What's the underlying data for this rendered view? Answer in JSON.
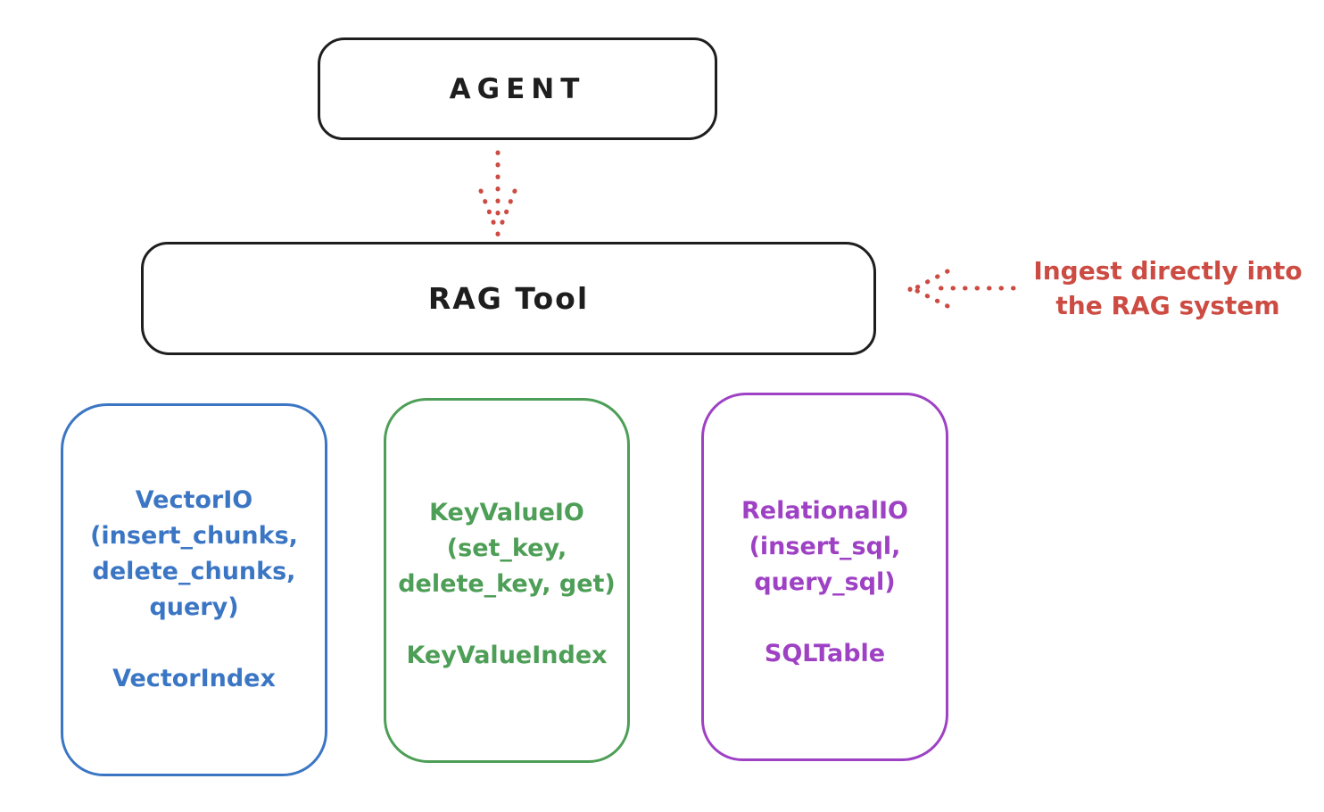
{
  "diagram": {
    "background_color": "#ffffff",
    "ink_color": "#1e1e1e",
    "arrow_color": "#cc4b42",
    "agent": {
      "label": "AGENT"
    },
    "rag_tool": {
      "label": "RAG Tool"
    },
    "agent_to_rag_arrow": {
      "style": "dotted",
      "direction": "down",
      "color": "#cc4b42"
    },
    "annotation": {
      "line1": "Ingest directly into",
      "line2": "the RAG system",
      "color": "#cc4b42",
      "arrow_style": "dotted",
      "arrow_direction": "left"
    },
    "io_boxes": [
      {
        "name": "VectorIO",
        "color": "#3b76c4",
        "title_line": "VectorIO",
        "method_lines": [
          "(insert_chunks,",
          "delete_chunks,",
          "query)"
        ],
        "index_label": "VectorIndex"
      },
      {
        "name": "KeyValueIO",
        "color": "#4d9e56",
        "title_line": "KeyValueIO",
        "method_lines": [
          "(set_key,",
          "delete_key, get)"
        ],
        "index_label": "KeyValueIndex"
      },
      {
        "name": "RelationalIO",
        "color": "#9e41c4",
        "title_line": "RelationalIO",
        "method_lines": [
          "(insert_sql,",
          "query_sql)"
        ],
        "index_label": "SQLTable"
      }
    ]
  }
}
